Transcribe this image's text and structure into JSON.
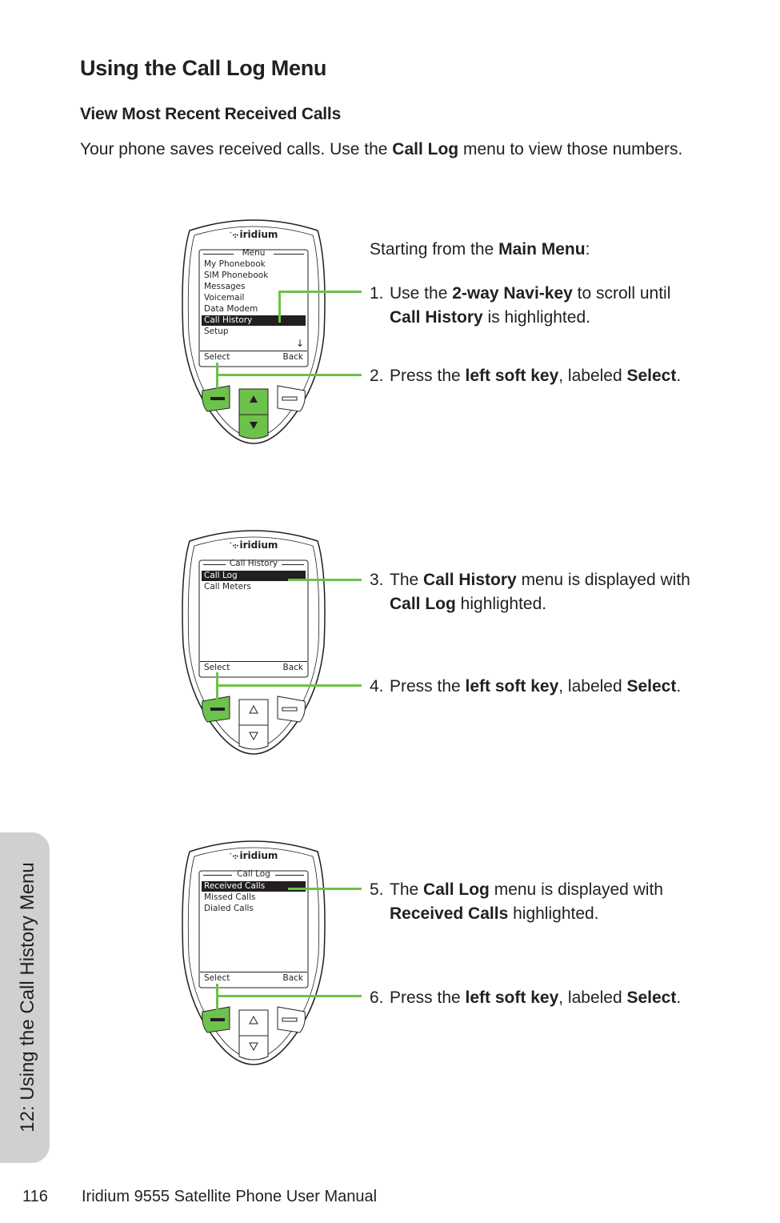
{
  "page": {
    "title": "Using the Call Log Menu",
    "subtitle": "View Most Recent Received Calls",
    "intro_a": "Your phone saves received calls. Use the ",
    "intro_b": "Call Log",
    "intro_c": " menu to view those numbers.",
    "lead_a": "Starting from the ",
    "lead_b": "Main Menu",
    "lead_c": ":"
  },
  "steps": [
    {
      "num": "1.",
      "a": "Use the ",
      "b": "2-way Navi-key",
      "c": " to scroll until ",
      "d": "Call History",
      "e": " is highlighted."
    },
    {
      "num": "2.",
      "a": "Press the ",
      "b": "left soft key",
      "c": ", labeled ",
      "d": "Select",
      "e": "."
    },
    {
      "num": "3.",
      "a": "The ",
      "b": "Call History",
      "c": " menu is displayed with ",
      "d": "Call Log",
      "e": " highlighted."
    },
    {
      "num": "4.",
      "a": "Press the ",
      "b": "left soft key",
      "c": ", labeled ",
      "d": "Select",
      "e": "."
    },
    {
      "num": "5.",
      "a": "The ",
      "b": "Call Log",
      "c": " menu is displayed with ",
      "d": "Received Calls",
      "e": " highlighted."
    },
    {
      "num": "6.",
      "a": "Press the ",
      "b": "left soft key",
      "c": ", labeled ",
      "d": "Select",
      "e": "."
    }
  ],
  "phones": [
    {
      "logo": "iridium",
      "screen_title": "Menu",
      "items": [
        "My Phonebook",
        "SIM Phonebook",
        "Messages",
        "Voicemail",
        "Data Modem",
        "Call History",
        "Setup"
      ],
      "highlighted": "Call History",
      "soft_left": "Select",
      "soft_right": "Back",
      "scroll_arrow": "↓"
    },
    {
      "logo": "iridium",
      "screen_title": "Call History",
      "items": [
        "Call Log",
        "Call Meters"
      ],
      "highlighted": "Call Log",
      "soft_left": "Select",
      "soft_right": "Back"
    },
    {
      "logo": "iridium",
      "screen_title": "Call Log",
      "items": [
        "Received Calls",
        "Missed Calls",
        "Dialed Calls"
      ],
      "highlighted": "Received Calls",
      "soft_left": "Select",
      "soft_right": "Back"
    }
  ],
  "colors": {
    "accent_green": "#6cc24a",
    "tab_gray": "#d0d0d0",
    "text": "#231f20"
  },
  "sidebar_tab": "12: Using the Call History Menu",
  "footer": {
    "page_number": "116",
    "manual_title": "Iridium 9555 Satellite Phone User Manual"
  }
}
